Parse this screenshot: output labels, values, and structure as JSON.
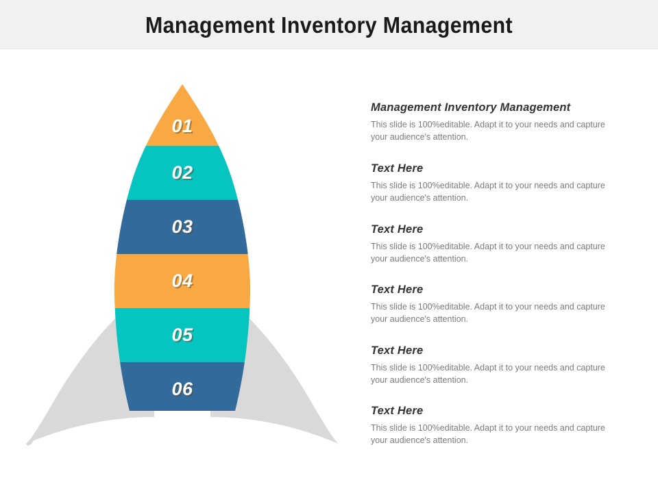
{
  "slide": {
    "title": "Management Inventory Management",
    "background_color": "#FFFFFF",
    "header_band_color": "#F1F1F1"
  },
  "colors": {
    "orange": "#F9A943",
    "teal": "#06C4C0",
    "blue": "#326A9C",
    "fin_gray": "#D9D9D9",
    "heading_text": "#333333",
    "body_text": "#7B7B7B",
    "title_text": "#1A1A1A"
  },
  "rocket": {
    "name": "six-segment-rocket-diagram",
    "segments": [
      {
        "number": "01",
        "color": "#F9A943"
      },
      {
        "number": "02",
        "color": "#06C4C0"
      },
      {
        "number": "03",
        "color": "#326A9C"
      },
      {
        "number": "04",
        "color": "#F9A943"
      },
      {
        "number": "05",
        "color": "#06C4C0"
      },
      {
        "number": "06",
        "color": "#326A9C"
      }
    ],
    "fins": {
      "color": "#D9D9D9",
      "count": 2
    }
  },
  "text_column": {
    "blocks": [
      {
        "heading": "Management Inventory Management",
        "body": "This slide is 100%editable.  Adapt it to your needs and capture your audience's attention."
      },
      {
        "heading": "Text Here",
        "body": "This slide is 100%editable.  Adapt it to your needs and capture your audience's attention."
      },
      {
        "heading": "Text Here",
        "body": "This slide is 100%editable.  Adapt it to your needs and capture your audience's attention."
      },
      {
        "heading": "Text Here",
        "body": "This slide is 100%editable.  Adapt it to your needs and capture your audience's attention."
      },
      {
        "heading": "Text Here",
        "body": "This slide is 100%editable.  Adapt it to your needs and capture your audience's attention."
      },
      {
        "heading": "Text Here",
        "body": "This slide is 100%editable.  Adapt it to your needs and capture your audience's attention."
      }
    ]
  }
}
